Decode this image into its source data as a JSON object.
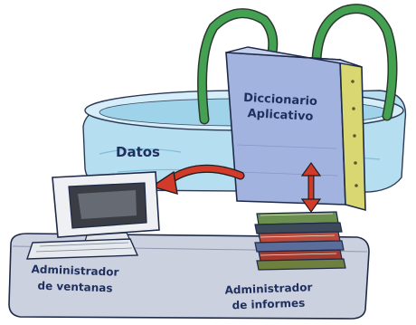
{
  "labels": {
    "diccionario": "Diccionario",
    "aplicativo": "Aplicativo",
    "datos": "Datos",
    "admin_ventanas_line1": "Administrador",
    "admin_ventanas_line2": "de ventanas",
    "admin_informes_line1": "Administrador",
    "admin_informes_line2": "de informes"
  },
  "colors": {
    "pool_water": "#a9d9ee",
    "pool_rim": "#cfe9f6",
    "book_cover": "#a7b6e0",
    "book_spine": "#d8d86a",
    "handle": "#3f9a4f",
    "arrow": "#d23a2a",
    "base": "#c9cfdc",
    "monitor": "#e9ecf1",
    "label_text": "#1f2f5e"
  },
  "icons": [
    "computer-monitor-icon",
    "keyboard-icon",
    "book-stack-icon",
    "double-arrow-icon"
  ]
}
